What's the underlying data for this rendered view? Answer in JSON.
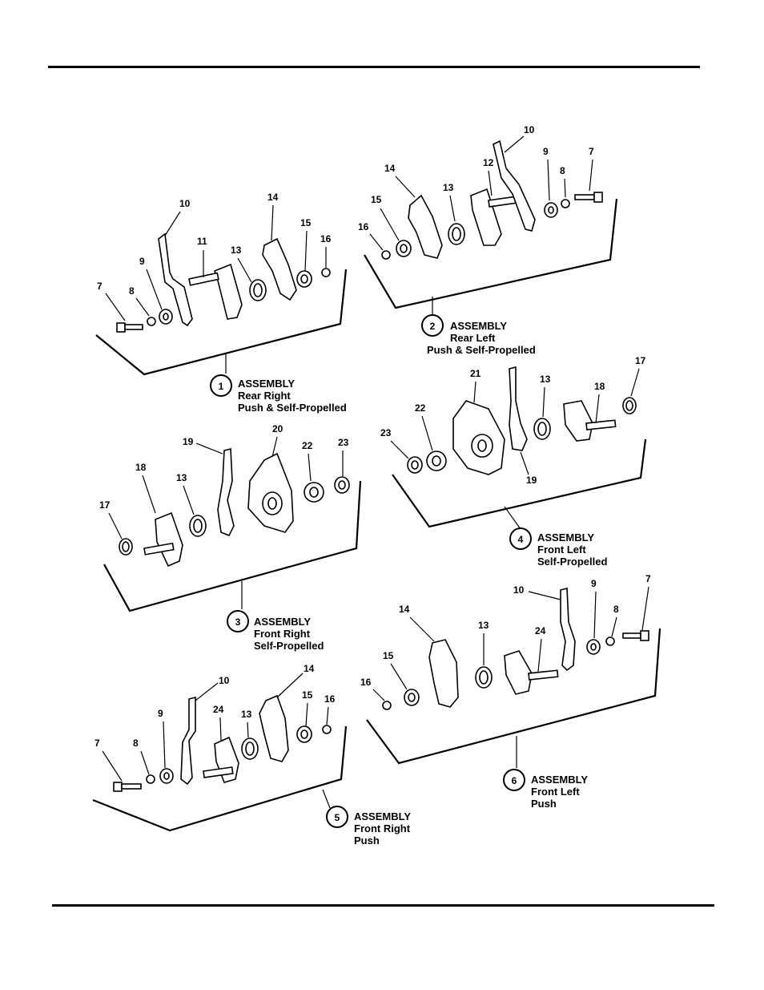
{
  "assemblies": [
    {
      "number": "1",
      "title": "ASSEMBLY",
      "line1": "Rear Right",
      "line2": "Push & Self-Propelled"
    },
    {
      "number": "2",
      "title": "ASSEMBLY",
      "line1": "Rear Left",
      "line2": "Push & Self-Propelled"
    },
    {
      "number": "3",
      "title": "ASSEMBLY",
      "line1": "Front Right",
      "line2": "Self-Propelled"
    },
    {
      "number": "4",
      "title": "ASSEMBLY",
      "line1": "Front Left",
      "line2": "Self-Propelled"
    },
    {
      "number": "5",
      "title": "ASSEMBLY",
      "line1": "Front Right",
      "line2": "Push"
    },
    {
      "number": "6",
      "title": "ASSEMBLY",
      "line1": "Front Left",
      "line2": "Push"
    }
  ],
  "callouts": {
    "a1": [
      "7",
      "8",
      "9",
      "10",
      "11",
      "13",
      "14",
      "15",
      "16"
    ],
    "a2": [
      "16",
      "15",
      "14",
      "13",
      "12",
      "10",
      "9",
      "8",
      "7"
    ],
    "a3": [
      "17",
      "18",
      "13",
      "19",
      "20",
      "22",
      "23"
    ],
    "a4": [
      "23",
      "22",
      "21",
      "19",
      "13",
      "18",
      "17"
    ],
    "a5": [
      "7",
      "8",
      "9",
      "10",
      "24",
      "13",
      "14",
      "15",
      "16"
    ],
    "a6": [
      "16",
      "15",
      "14",
      "13",
      "24",
      "10",
      "9",
      "8",
      "7"
    ]
  }
}
